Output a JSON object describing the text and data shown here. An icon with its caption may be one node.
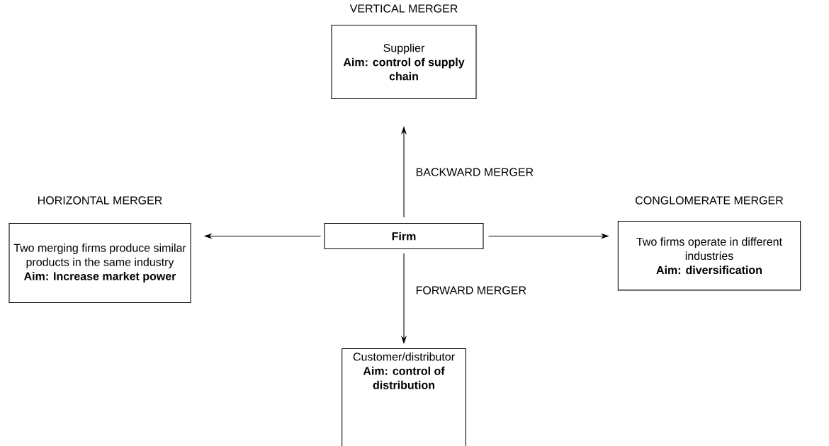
{
  "diagram": {
    "nodes": [
      {
        "text": [
          "Firm"
        ]
      },
      {
        "text": [
          "VERTICAL MERGER",
          "Supplier",
          "Aim: control of supply chain"
        ]
      },
      {
        "text": [
          "HORIZONTAL MERGER",
          "Two merging firms produce similar products in the same industry",
          "Aim: Increase market power"
        ]
      },
      {
        "text": [
          "CONGLOMERATE MERGER",
          "Two firms operate in different industries",
          "Aim: diversification"
        ]
      },
      {
        "text": [
          "Customer/distributor",
          "Aim: control of distribution"
        ]
      }
    ],
    "edges": [
      {
        "from": 0,
        "to": 1,
        "arrow": "to",
        "label": "BACKWARD MERGER"
      },
      {
        "from": 0,
        "to": 2,
        "arrow": "to"
      },
      {
        "from": 0,
        "to": 3,
        "arrow": "to"
      },
      {
        "from": 0,
        "to": 4,
        "arrow": "to",
        "label": "FORWARD MERGER"
      }
    ]
  }
}
